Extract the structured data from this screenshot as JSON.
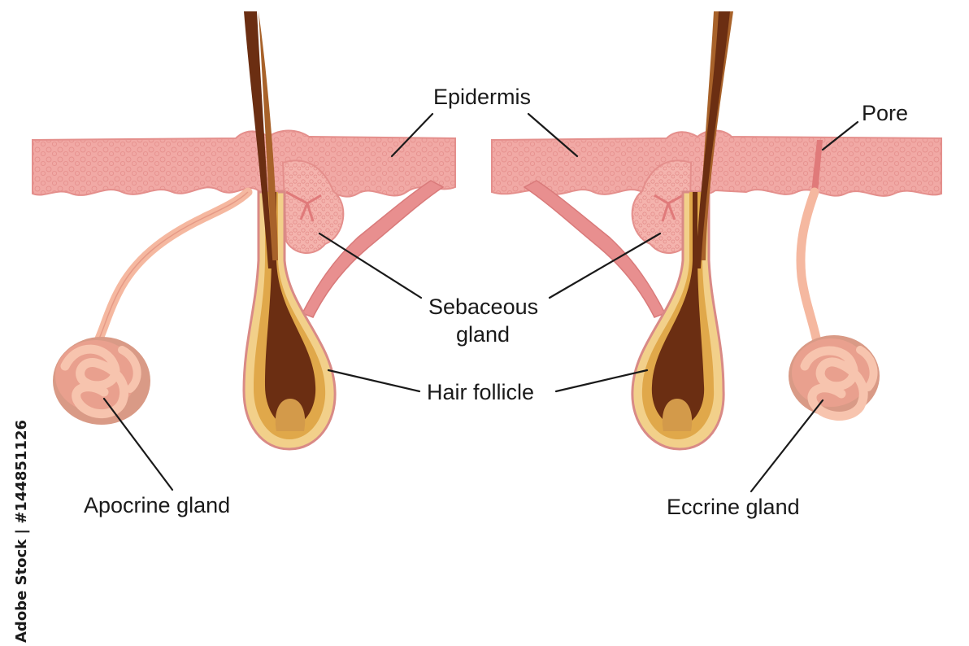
{
  "labels": {
    "epidermis": "Epidermis",
    "pore": "Pore",
    "sebaceous_line1": "Sebaceous",
    "sebaceous_line2": "gland",
    "hair_follicle": "Hair follicle",
    "apocrine_gland": "Apocrine gland",
    "eccrine_gland": "Eccrine gland"
  },
  "watermark": "Adobe Stock | #144851126",
  "colors": {
    "epidermis": "#f1a9a5",
    "epidermis_edge": "#e48f8c",
    "hair_dark": "#6b2e12",
    "hair_mid": "#a8622a",
    "follicle_gold": "#e0a84a",
    "follicle_cream": "#f2d08a",
    "follicle_outline": "#d98a86",
    "papilla": "#d39a4a",
    "muscle": "#e88f8f",
    "gland_duct": "#f5b8a0",
    "gland_coil": "#e9a08e",
    "line": "#1a1a1a"
  }
}
